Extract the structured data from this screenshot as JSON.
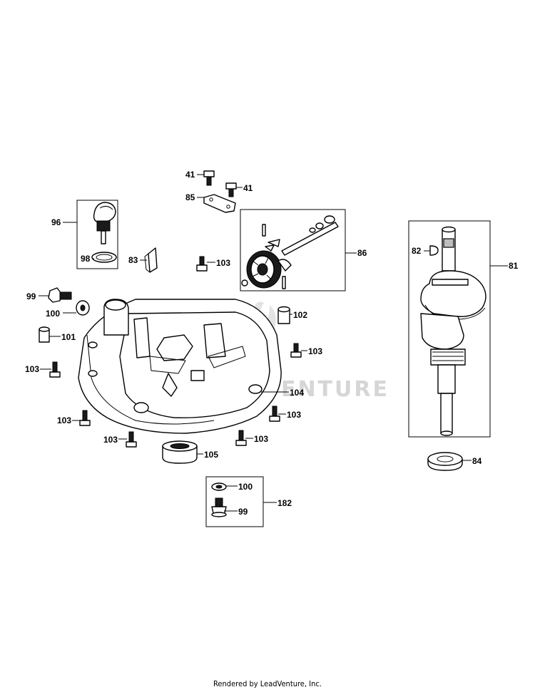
{
  "watermark": "LEADVENTURE",
  "footer": "Rendered by LeadVenture, Inc.",
  "callouts": [
    {
      "id": "c41a",
      "label": "41"
    },
    {
      "id": "c41b",
      "label": "41"
    },
    {
      "id": "c85",
      "label": "85"
    },
    {
      "id": "c96",
      "label": "96"
    },
    {
      "id": "c98",
      "label": "98"
    },
    {
      "id": "c83",
      "label": "83"
    },
    {
      "id": "c103a",
      "label": "103"
    },
    {
      "id": "c86",
      "label": "86"
    },
    {
      "id": "c82",
      "label": "82"
    },
    {
      "id": "c81",
      "label": "81"
    },
    {
      "id": "c99a",
      "label": "99"
    },
    {
      "id": "c100a",
      "label": "100"
    },
    {
      "id": "c101",
      "label": "101"
    },
    {
      "id": "c102",
      "label": "102"
    },
    {
      "id": "c103b",
      "label": "103"
    },
    {
      "id": "c103c",
      "label": "103"
    },
    {
      "id": "c104",
      "label": "104"
    },
    {
      "id": "c103d",
      "label": "103"
    },
    {
      "id": "c103e",
      "label": "103"
    },
    {
      "id": "c103f",
      "label": "103"
    },
    {
      "id": "c103g",
      "label": "103"
    },
    {
      "id": "c105",
      "label": "105"
    },
    {
      "id": "c84",
      "label": "84"
    },
    {
      "id": "c100b",
      "label": "100"
    },
    {
      "id": "c182",
      "label": "182"
    },
    {
      "id": "c99b",
      "label": "99"
    }
  ]
}
